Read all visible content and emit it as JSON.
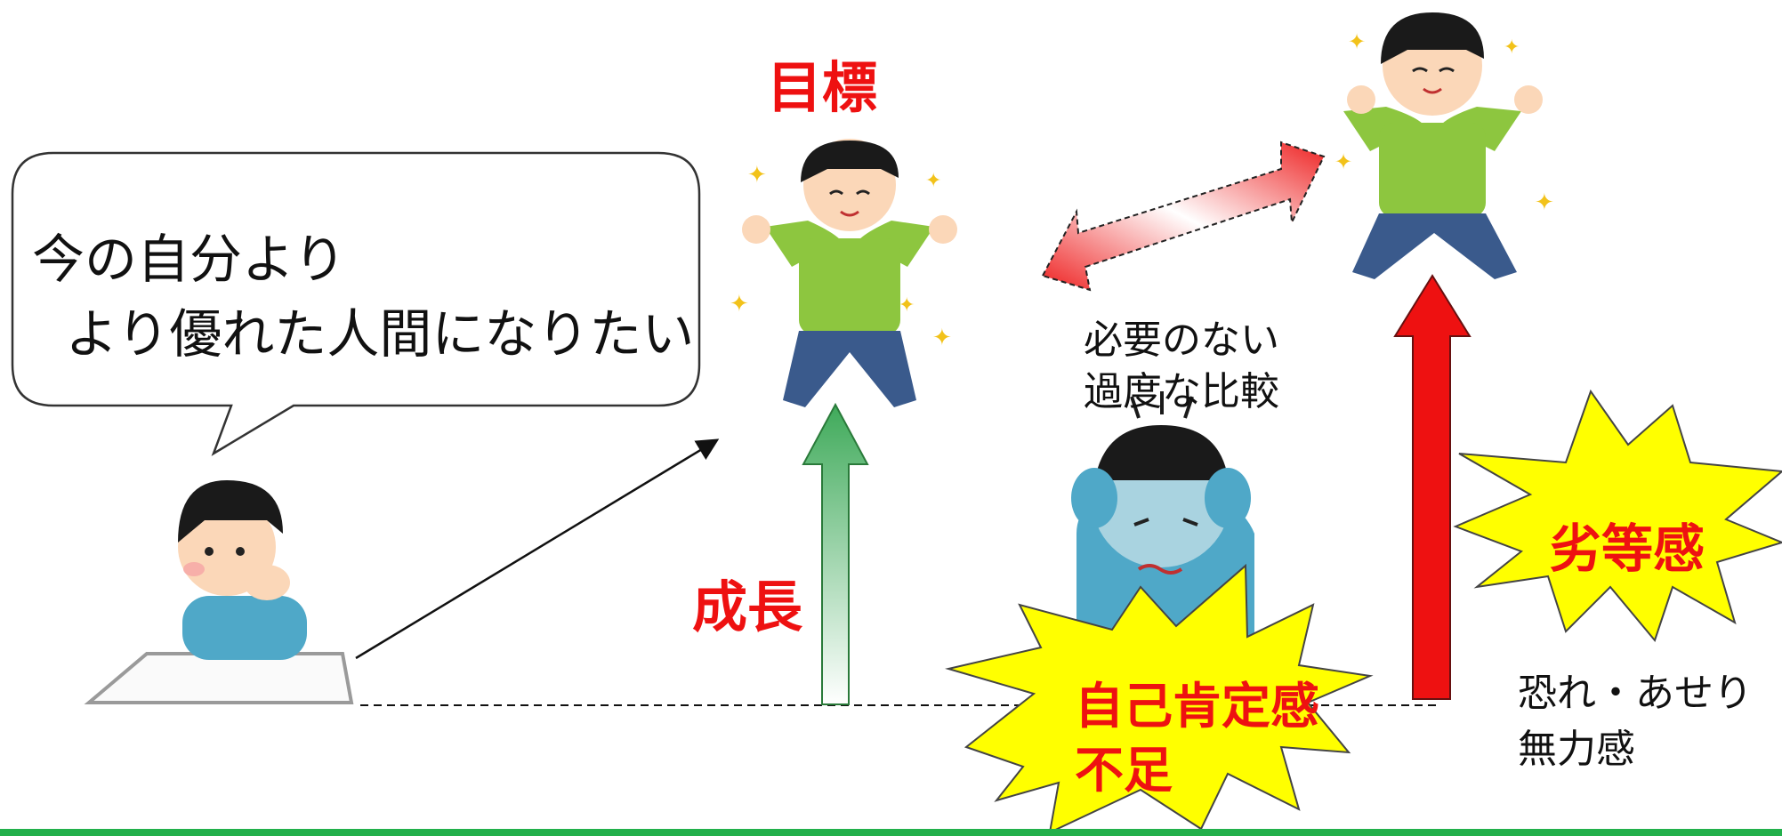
{
  "speech_bubble": {
    "text": "今の自分より\n  より優れた人間になりたい"
  },
  "labels": {
    "goal": "目標",
    "growth": "成長",
    "comparison": "必要のない\n過度な比較",
    "inferiority": "劣等感",
    "low_self_esteem": "自己肯定感\n不足",
    "fear": "恐れ・あせり\n無力感"
  },
  "colors": {
    "accent_red": "#ee1111",
    "star_yellow": "#ffff00",
    "growth_green": "#3faa5a",
    "bottom_bar": "#22b04b",
    "shirt_green": "#8dc63f",
    "shirt_blue": "#4fa8c8"
  }
}
